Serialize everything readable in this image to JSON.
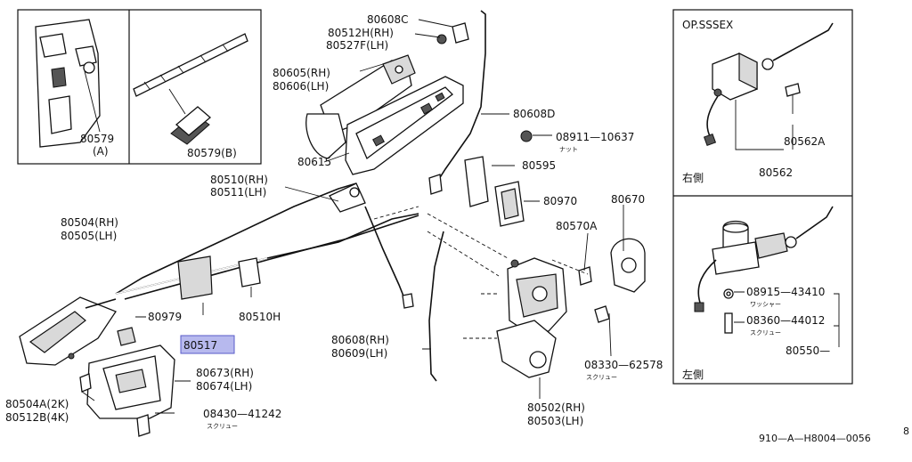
{
  "diagram": {
    "inset_left": {
      "label_part": "80579",
      "label_var": "(A)",
      "label_part_b": "80579(B)"
    },
    "inset_right": {
      "title": "OP.SSSEX",
      "top": {
        "side": "右側",
        "part_a": "80562A",
        "part_b": "80562"
      },
      "bottom": {
        "side": "左側",
        "washer_code": "08915—43410",
        "washer_jp": "ワッシャー",
        "screw_code": "08360—44012",
        "screw_jp": "スクリュー",
        "part": "80550—"
      }
    },
    "labels": {
      "p80608C": "80608C",
      "p80512H": "80512H(RH)",
      "p80527F": "80527F(LH)",
      "p80605": "80605(RH)",
      "p80606": "80606(LH)",
      "p80608D": "80608D",
      "p08911": "08911—10637",
      "p08911_jp": "ナット",
      "p80615": "80615",
      "p80595": "80595",
      "p80510": "80510(RH)",
      "p80511": "80511(LH)",
      "p80970": "80970",
      "p80670": "80670",
      "p80504": "80504(RH)",
      "p80505": "80505(LH)",
      "p80570A": "80570A",
      "p80979": "80979",
      "p80510H": "80510H",
      "p80517": "80517",
      "p80608RH": "80608(RH)",
      "p80609LH": "80609(LH)",
      "p08330": "08330—62578",
      "p08330_jp": "スクリュー",
      "p80673": "80673(RH)",
      "p80674": "80674(LH)",
      "p80504A": "80504A(2K)",
      "p80512B": "80512B(4K)",
      "p08430": "08430—41242",
      "p08430_jp": "スクリュー",
      "p80502": "80502(RH)",
      "p80503": "80503(LH)",
      "drawing_code": "910—A—H8004—0056",
      "edge_mark": "8"
    },
    "colors": {
      "highlight": "#b7b9ee",
      "highlight_border": "#5a5cc8",
      "line": "#111111"
    }
  }
}
